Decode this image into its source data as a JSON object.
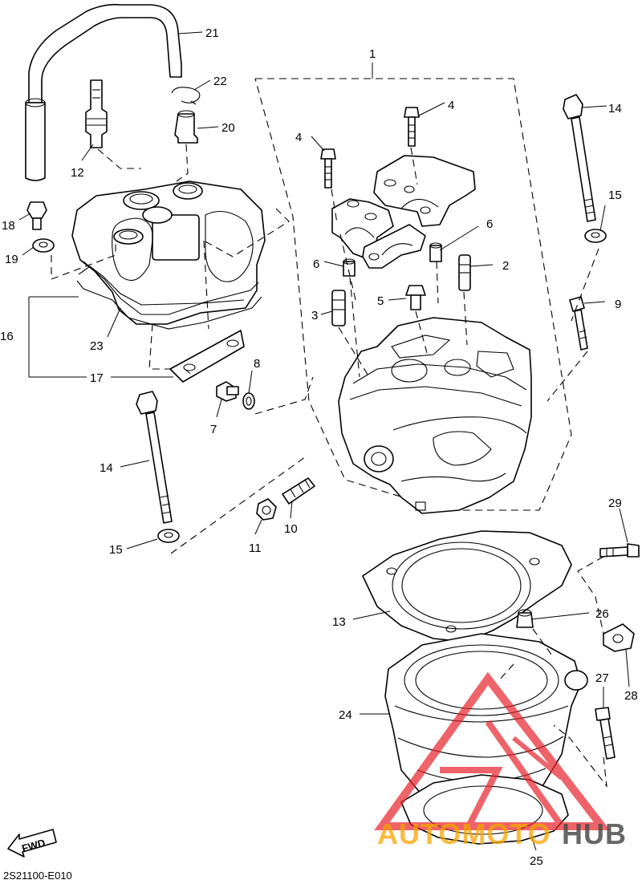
{
  "callouts": [
    {
      "id": "c1",
      "label": "1"
    },
    {
      "id": "c2",
      "label": "2"
    },
    {
      "id": "c3",
      "label": "3"
    },
    {
      "id": "c4a",
      "label": "4"
    },
    {
      "id": "c4b",
      "label": "4"
    },
    {
      "id": "c5",
      "label": "5"
    },
    {
      "id": "c6a",
      "label": "6"
    },
    {
      "id": "c6b",
      "label": "6"
    },
    {
      "id": "c7",
      "label": "7"
    },
    {
      "id": "c8",
      "label": "8"
    },
    {
      "id": "c9",
      "label": "9"
    },
    {
      "id": "c10",
      "label": "10"
    },
    {
      "id": "c11",
      "label": "11"
    },
    {
      "id": "c12",
      "label": "12"
    },
    {
      "id": "c13",
      "label": "13"
    },
    {
      "id": "c14a",
      "label": "14"
    },
    {
      "id": "c14b",
      "label": "14"
    },
    {
      "id": "c15a",
      "label": "15"
    },
    {
      "id": "c15b",
      "label": "15"
    },
    {
      "id": "c16",
      "label": "16"
    },
    {
      "id": "c17",
      "label": "17"
    },
    {
      "id": "c18",
      "label": "18"
    },
    {
      "id": "c19",
      "label": "19"
    },
    {
      "id": "c20",
      "label": "20"
    },
    {
      "id": "c21",
      "label": "21"
    },
    {
      "id": "c22",
      "label": "22"
    },
    {
      "id": "c23",
      "label": "23"
    },
    {
      "id": "c24",
      "label": "24"
    },
    {
      "id": "c25",
      "label": "25"
    },
    {
      "id": "c26",
      "label": "26"
    },
    {
      "id": "c27",
      "label": "27"
    },
    {
      "id": "c28",
      "label": "28"
    },
    {
      "id": "c29",
      "label": "29"
    }
  ],
  "fwd_label": "FWD",
  "diagram_code": "2S21100-E010",
  "watermark": {
    "text_a": "AUTOMOTO",
    "text_b": "HUB",
    "color_a": "#f6a400",
    "color_b": "#4c4c4c",
    "logo_color": "#e8222a"
  }
}
